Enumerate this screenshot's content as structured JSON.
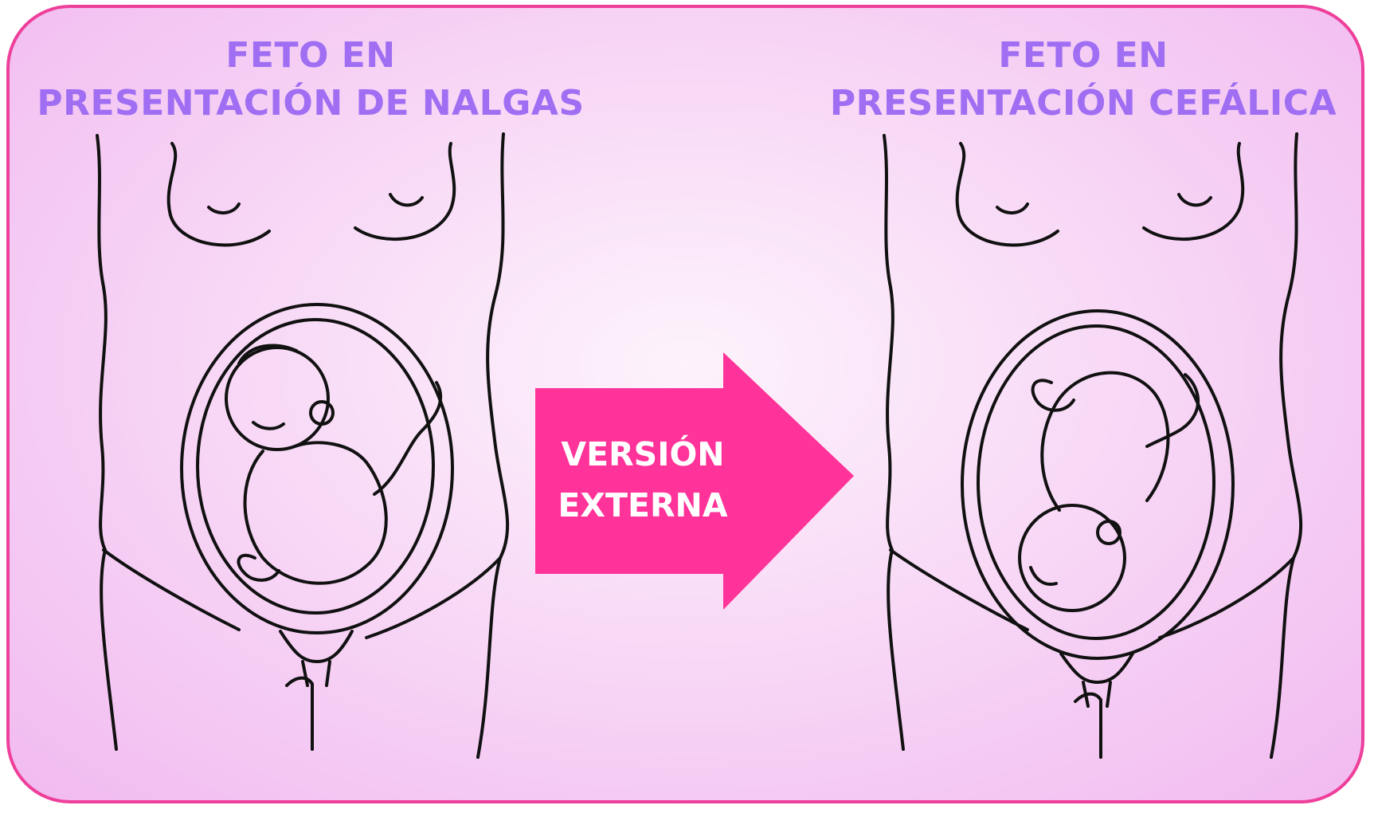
{
  "left_title": {
    "line1": "FETO EN",
    "line2": "PRESENTACIÓN DE NALGAS"
  },
  "right_title": {
    "line1": "FETO EN",
    "line2": "PRESENTACIÓN CEFÁLICA"
  },
  "arrow": {
    "line1": "VERSIÓN",
    "line2": "EXTERNA",
    "color": "#ff3399"
  },
  "colors": {
    "frame_border": "#ee3f9a",
    "title_text": "#9f6ef2",
    "background": "#f8d9f6"
  },
  "icons": {
    "left_figure": "breech-fetus-illustration",
    "right_figure": "cephalic-fetus-illustration",
    "arrow": "right-arrow-icon"
  }
}
